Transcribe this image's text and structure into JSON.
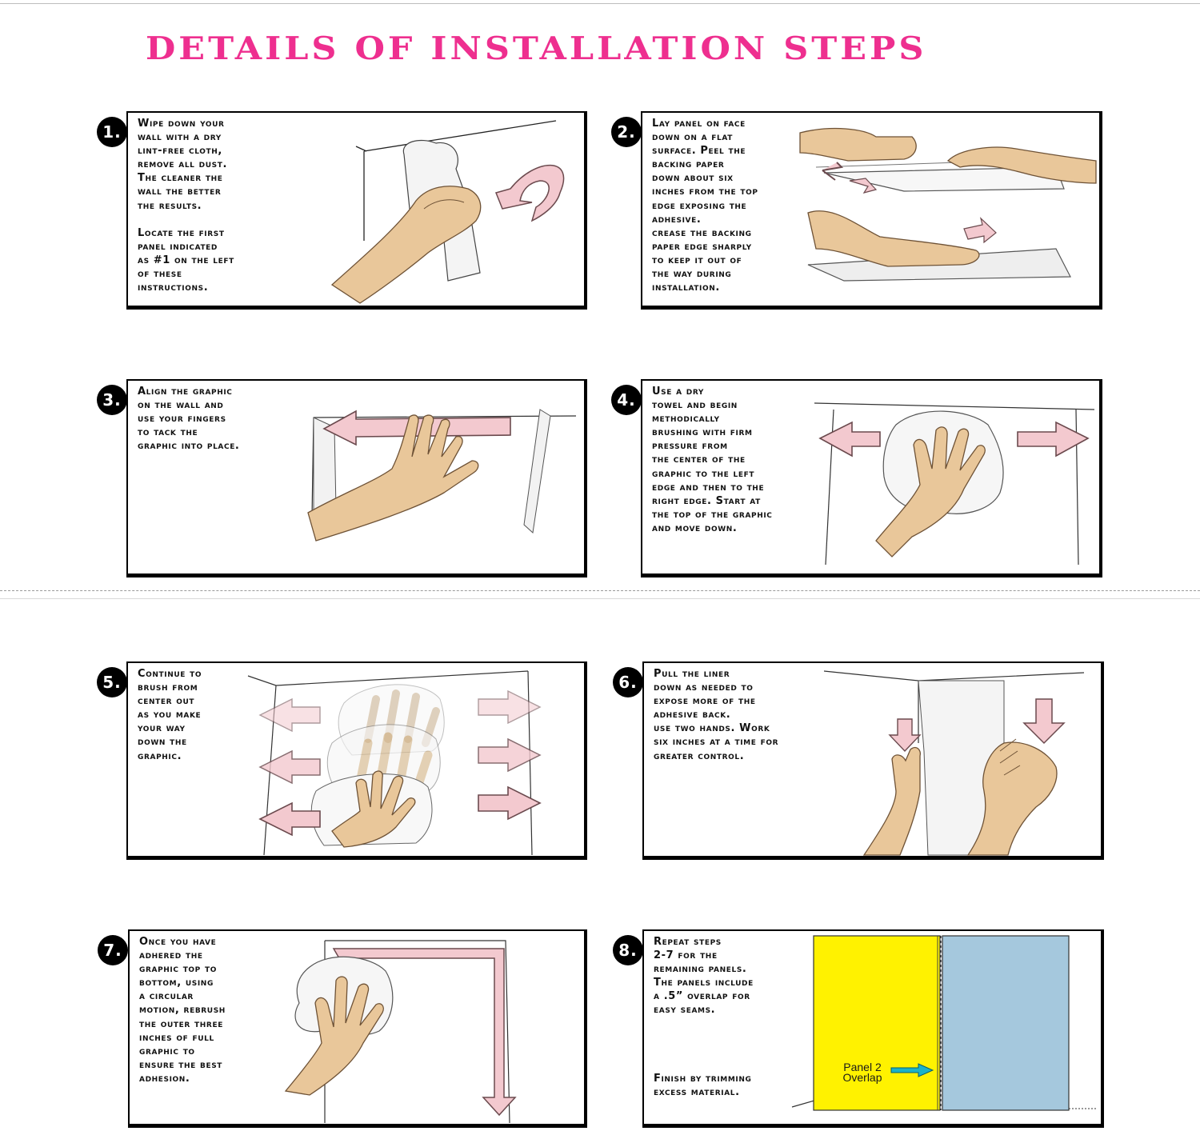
{
  "title": "DETAILS OF INSTALLATION STEPS",
  "colors": {
    "title": "#ee2f8f",
    "arrow_fill": "#f3c9cf",
    "arrow_stroke": "#6b4a4e",
    "skin": "#e9c79a",
    "panel_1": "#fff200",
    "panel_2": "#a5c8dd",
    "overlap_arrow": "#1bb3c8"
  },
  "steps": [
    {
      "number": "1.",
      "text": "Wipe down your\nwall with a dry\nlint-free cloth,\nremove all dust.\nThe cleaner the\nwall the better\nthe results.\n\nLocate the first\npanel indicated\nas #1 on the left\nof these\ninstructions.",
      "illustration": "hand-wiping-wall-icon"
    },
    {
      "number": "2.",
      "text": "Lay panel on face\ndown on a flat\nsurface. Peel the\nbacking paper\ndown about six\ninches from the top\nedge exposing the\nadhesive.\ncrease the backing\npaper edge sharply\nto keep it out of\nthe way during\ninstallation.",
      "illustration": "hands-peeling-backing-icon"
    },
    {
      "number": "3.",
      "text": "Align the graphic\non the wall and\nuse your fingers\nto tack the\ngraphic into place.",
      "illustration": "hand-tacking-graphic-icon"
    },
    {
      "number": "4.",
      "text": "Use a dry\ntowel and begin\nmethodically\nbrushing with firm\npressure from\nthe center of the\ngraphic to the left\nedge and then to the\nright edge. Start at\nthe top of the graphic\nand move down.",
      "illustration": "hand-brushing-towel-icon"
    },
    {
      "number": "5.",
      "text": "Continue to\nbrush from\ncenter out\nas you make\nyour way\ndown the\ngraphic.",
      "illustration": "hands-brushing-down-icon"
    },
    {
      "number": "6.",
      "text": "Pull the liner\ndown as needed to\nexpose more of the\nadhesive back.\nuse two hands. Work\nsix inches at a time for\ngreater control.",
      "illustration": "hands-pulling-liner-icon"
    },
    {
      "number": "7.",
      "text": "Once you have\nadhered the\ngraphic top to\nbottom, using\na circular\nmotion, rebrush\nthe outer three\ninches of full\ngraphic to\nensure the best\nadhesion.",
      "illustration": "hand-rebrushing-edges-icon"
    },
    {
      "number": "8.",
      "text": "Repeat steps\n2-7 for the\nremaining panels.\nThe panels include\na .5” overlap for\neasy seams.",
      "text_2": "Finish by trimming\nexcess material.",
      "illustration": "panel-overlap-diagram",
      "overlap_label_1": "Panel 2",
      "overlap_label_2": "Overlap"
    }
  ]
}
